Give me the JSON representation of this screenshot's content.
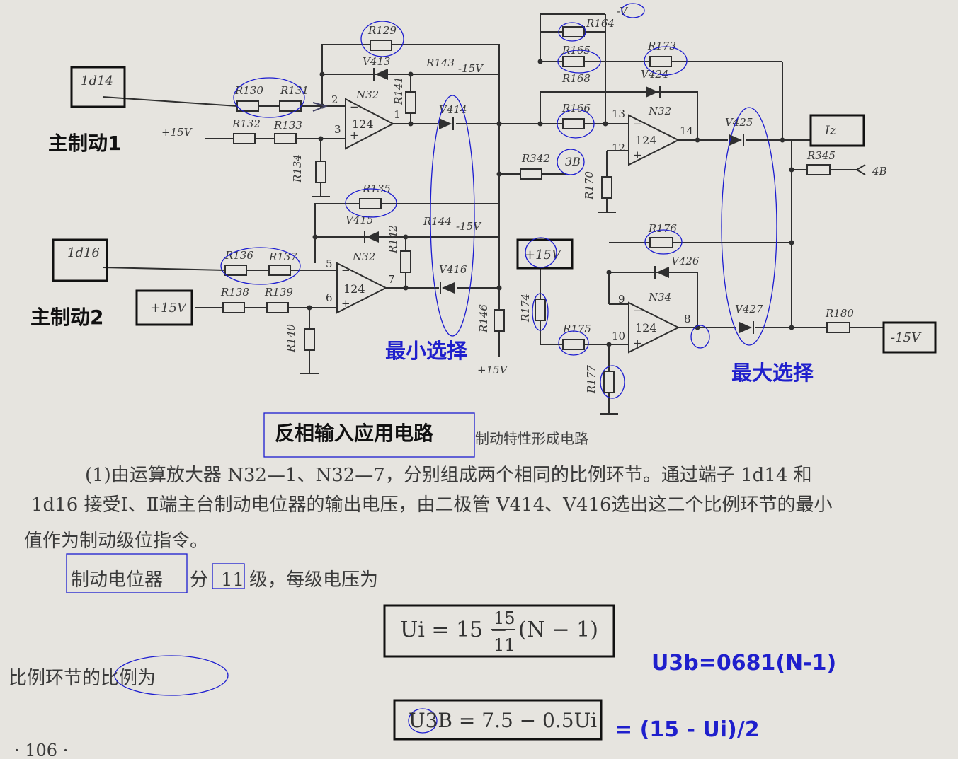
{
  "inputs": {
    "in1": "1d14",
    "in2": "1d16",
    "label_main1": "主制动1",
    "label_main2": "主制动2",
    "plus15_1": "+15V",
    "plus15_2": "+15V",
    "plus15_3": "+15V",
    "plus15_bottom": "+15V",
    "minus15_1": "-15V",
    "minus15_2": "-15V",
    "minus15_out": "-15V",
    "minus_v_top": "-V"
  },
  "amps": {
    "a1": {
      "name": "N32",
      "num": "124",
      "pin_inv": "2",
      "pin_non": "3",
      "pin_out": "1"
    },
    "a2": {
      "name": "N32",
      "num": "124",
      "pin_inv": "5",
      "pin_non": "6",
      "pin_out": "7"
    },
    "a3": {
      "name": "N32",
      "num": "124",
      "pin_inv": "13",
      "pin_non": "12",
      "pin_out": "14"
    },
    "a4": {
      "name": "N34",
      "num": "124",
      "pin_inv": "9",
      "pin_non": "10",
      "pin_out": "8"
    }
  },
  "components": {
    "R129": "R129",
    "R130": "R130",
    "R131": "R131",
    "R132": "R132",
    "R133": "R133",
    "R134": "R134",
    "R141": "R141",
    "R143": "R143",
    "R135": "R135",
    "R136": "R136",
    "R137": "R137",
    "R138": "R138",
    "R139": "R139",
    "R140": "R140",
    "R142": "R142",
    "R144": "R144",
    "R146": "R146",
    "R342": "R342",
    "R164": "R164",
    "R165": "R165",
    "R168": "R168",
    "R166": "R166",
    "R170": "R170",
    "R173": "R173",
    "R345": "R345",
    "R176": "R176",
    "R174": "R174",
    "R175": "R175",
    "R177": "R177",
    "R180": "R180",
    "V413": "V413",
    "V414": "V414",
    "V415": "V415",
    "V416": "V416",
    "V424": "V424",
    "V425": "V425",
    "V426": "V426",
    "V427": "V427"
  },
  "nodes": {
    "n3b": "3B",
    "n4b": "4B",
    "out_iz": "Iz"
  },
  "annotations": {
    "min_select": "最小选择",
    "max_select": "最大选择",
    "caption_box": "反相输入应用电路",
    "caption_rest": "制动特性形成电路"
  },
  "text": {
    "para1_line1": "(1)由运算放大器 N32—1、N32—7，分别组成两个相同的比例环节。通过端子 1d14 和",
    "para1_line2": "1d16 接受Ⅰ、Ⅱ端主台制动电位器的输出电压，由二极管 V414、V416选出这二个比例环节的最小",
    "para1_line3": "值作为制动级位指令。",
    "para2_a": "制动电位器",
    "para2_b": "分",
    "para2_c": "11",
    "para2_d": "级，每级电压为",
    "eq1_left": "Ui = 15 −",
    "eq1_num": "15",
    "eq1_den": "11",
    "eq1_right": "(N − 1)",
    "note1": "U3b=0681(N-1)",
    "para3": "比例环节的比例为",
    "eq2": "U3B = 7.5 − 0.5Ui",
    "note2": "= (15 - Ui)/2",
    "page_no": "· 106 ·"
  }
}
